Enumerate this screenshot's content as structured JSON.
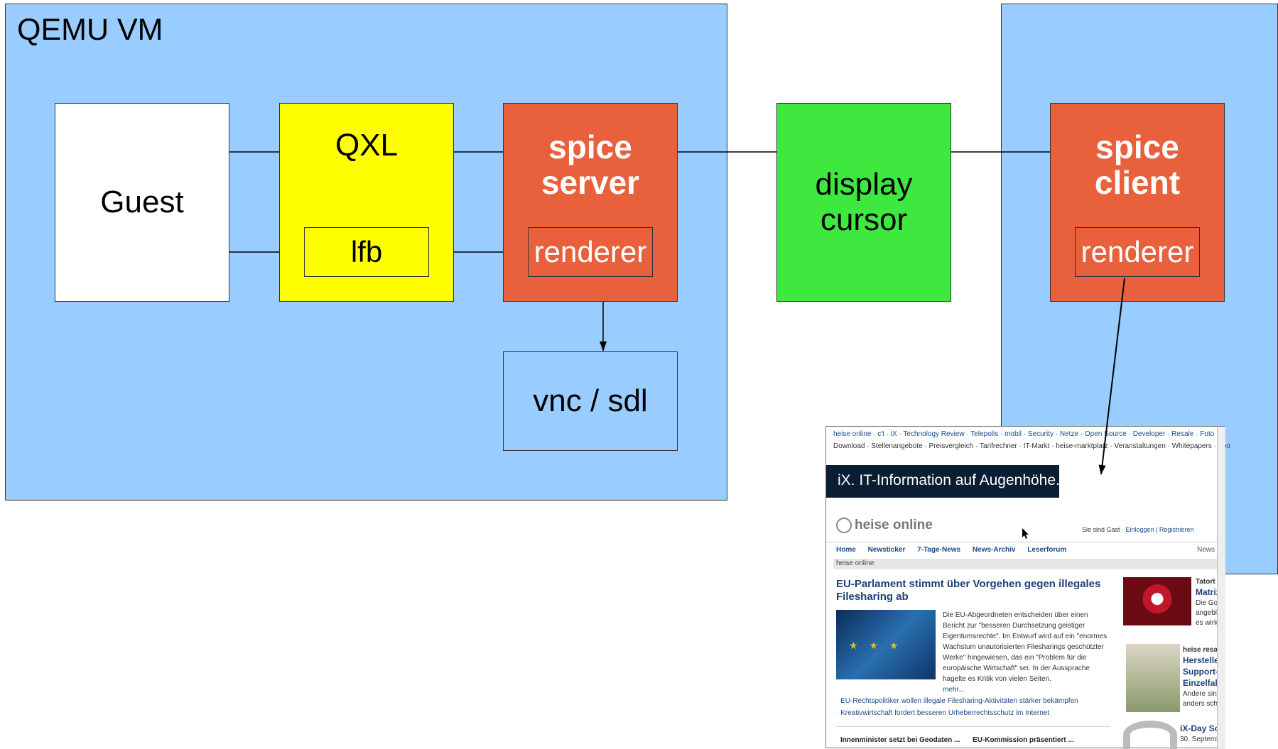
{
  "vm": {
    "title": "QEMU VM",
    "guest": "Guest",
    "qxl": "QXL",
    "lfb": "lfb",
    "spice_server": "spice\nserver",
    "server_renderer": "renderer",
    "vnc_sdl": "vnc / sdl"
  },
  "display_cursor": "display\ncursor",
  "client": {
    "spice_client": "spice\nclient",
    "client_renderer": "renderer"
  },
  "colors": {
    "vm_bg": "#99ccff",
    "qxl": "#ffff00",
    "spice": "#e8603c",
    "display": "#3ee83e"
  },
  "screenshot": {
    "nav1": "heise online · c't · iX · Technology Review · Telepolis · mobil · Security · Netze · Open Source · Developer · Resale · Foto",
    "nav2": "Download · Stellenangebote · Preisvergleich · Tarifrechner · IT-Markt · heise-marktplatz · Veranstaltungen · Whitepapers · Abo",
    "banner": "iX. IT-Information auf Augenhöhe.",
    "logo": "heise online",
    "login_prefix": "Sie sind Gast · ",
    "login_links": "Einloggen | Registrieren",
    "menu": [
      "Home",
      "Newsticker",
      "7-Tage-News",
      "News-Archiv",
      "Leserforum"
    ],
    "menu_right": "News",
    "crumb": "heise online",
    "headline": "EU-Parlament stimmt über Vorgehen gegen illegales Filesharing ab",
    "teaser": "Die EU-Abgeordneten entscheiden über einen Bericht zur \"besseren Durchsetzung geistiger Eigentumsrechte\". Im Entwurf wird auf ein \"enormes Wachstum unautorisierten Filesharings geschützter Werke\" hingewiesen, das ein \"Problem für die europäische Wirtschaft\" sei. In der Aussprache hagelte es Kritik von vielen Seiten.",
    "more": "mehr...",
    "links": [
      "EU-Rechtspolitiker wollen illegale Filesharing-Aktivitäten stärker bekämpfen",
      "Kreativwirtschaft fordert besseren Urheberrechtsschutz im Internet"
    ],
    "lower_left": "Innenminister setzt bei Geodaten ...",
    "lower_right": "EU-Kommission präsentiert ...",
    "side1_label": "Tatort",
    "side1_title": "Matrix",
    "side1_text": [
      "Die Go",
      "angebl",
      "es wirk"
    ],
    "side2_label": "heise resale",
    "side2_title": [
      "Hersteller",
      "Support-(",
      "Einzelfall"
    ],
    "side2_text": [
      "Andere sind",
      "anders schle"
    ],
    "side3_title": "iX-Day Sol",
    "side3_text": "30. Septemb"
  }
}
